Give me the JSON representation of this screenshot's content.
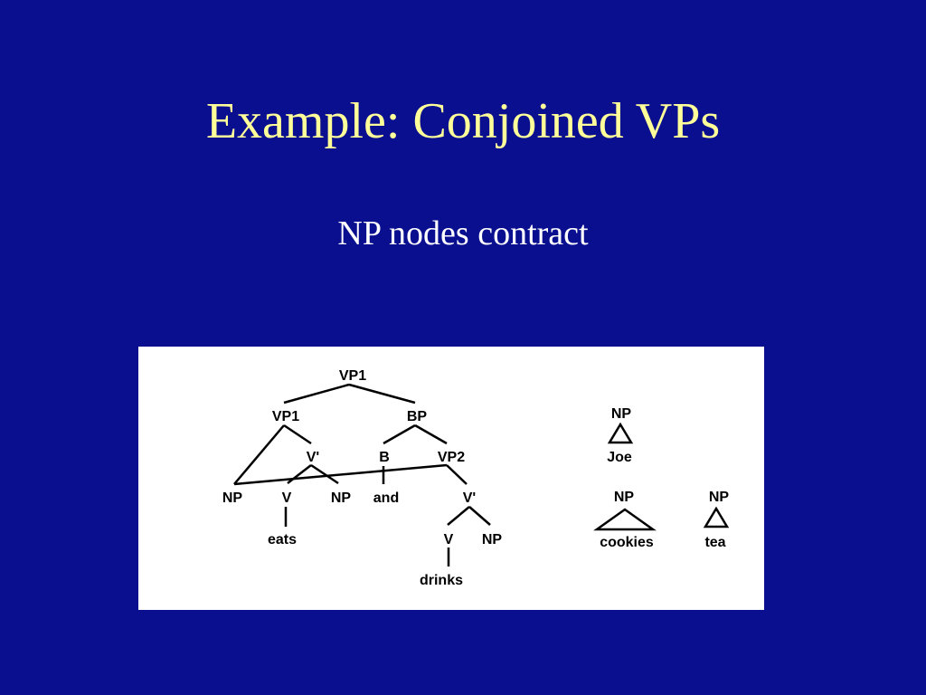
{
  "slide": {
    "title": "Example: Conjoined VPs",
    "subtitle": "NP nodes contract"
  },
  "tree": {
    "vp1_top": "VP1",
    "vp1_left": "VP1",
    "bp": "BP",
    "vbar_left": "V'",
    "b": "B",
    "vp2": "VP2",
    "np_subj": "NP",
    "v_left": "V",
    "np_obj_left": "NP",
    "and_word": "and",
    "vbar_right": "V'",
    "eats_word": "eats",
    "v_right": "V",
    "np_obj_right": "NP",
    "drinks_word": "drinks"
  },
  "elementary_trees": {
    "joe_np": "NP",
    "joe_word": "Joe",
    "cookies_np": "NP",
    "cookies_word": "cookies",
    "tea_np": "NP",
    "tea_word": "tea"
  }
}
